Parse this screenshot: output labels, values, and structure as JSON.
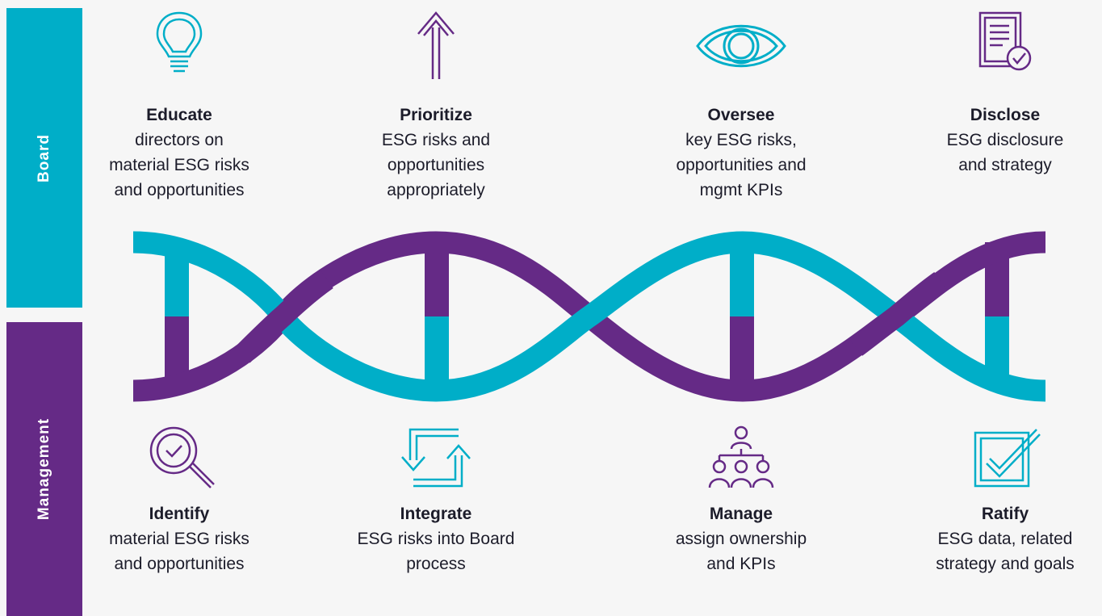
{
  "side_labels": {
    "board": "Board",
    "management": "Management"
  },
  "colors": {
    "cyan": "#00aec8",
    "purple": "#652a86",
    "background": "#f6f6f6",
    "text": "#1c1c2a"
  },
  "board_items": [
    {
      "icon": "lightbulb-icon",
      "title": "Educate",
      "desc": [
        "directors on",
        "material ESG risks",
        "and opportunities"
      ]
    },
    {
      "icon": "double-arrow-up-icon",
      "title": "Prioritize",
      "desc": [
        "ESG risks and",
        "opportunities",
        "appropriately"
      ]
    },
    {
      "icon": "eye-icon",
      "title": "Oversee",
      "desc": [
        "key ESG risks,",
        "opportunities and",
        "mgmt KPIs"
      ]
    },
    {
      "icon": "document-check-icon",
      "title": "Disclose",
      "desc": [
        "ESG disclosure",
        "and strategy"
      ]
    }
  ],
  "management_items": [
    {
      "icon": "magnifier-check-icon",
      "title": "Identify",
      "desc": [
        "material ESG risks",
        "and opportunities"
      ]
    },
    {
      "icon": "cycle-arrows-icon",
      "title": "Integrate",
      "desc": [
        "ESG risks into Board",
        "process"
      ]
    },
    {
      "icon": "org-people-icon",
      "title": "Manage",
      "desc": [
        "assign ownership",
        "and KPIs"
      ]
    },
    {
      "icon": "checkbox-icon",
      "title": "Ratify",
      "desc": [
        "ESG data, related",
        "strategy and goals"
      ]
    }
  ]
}
